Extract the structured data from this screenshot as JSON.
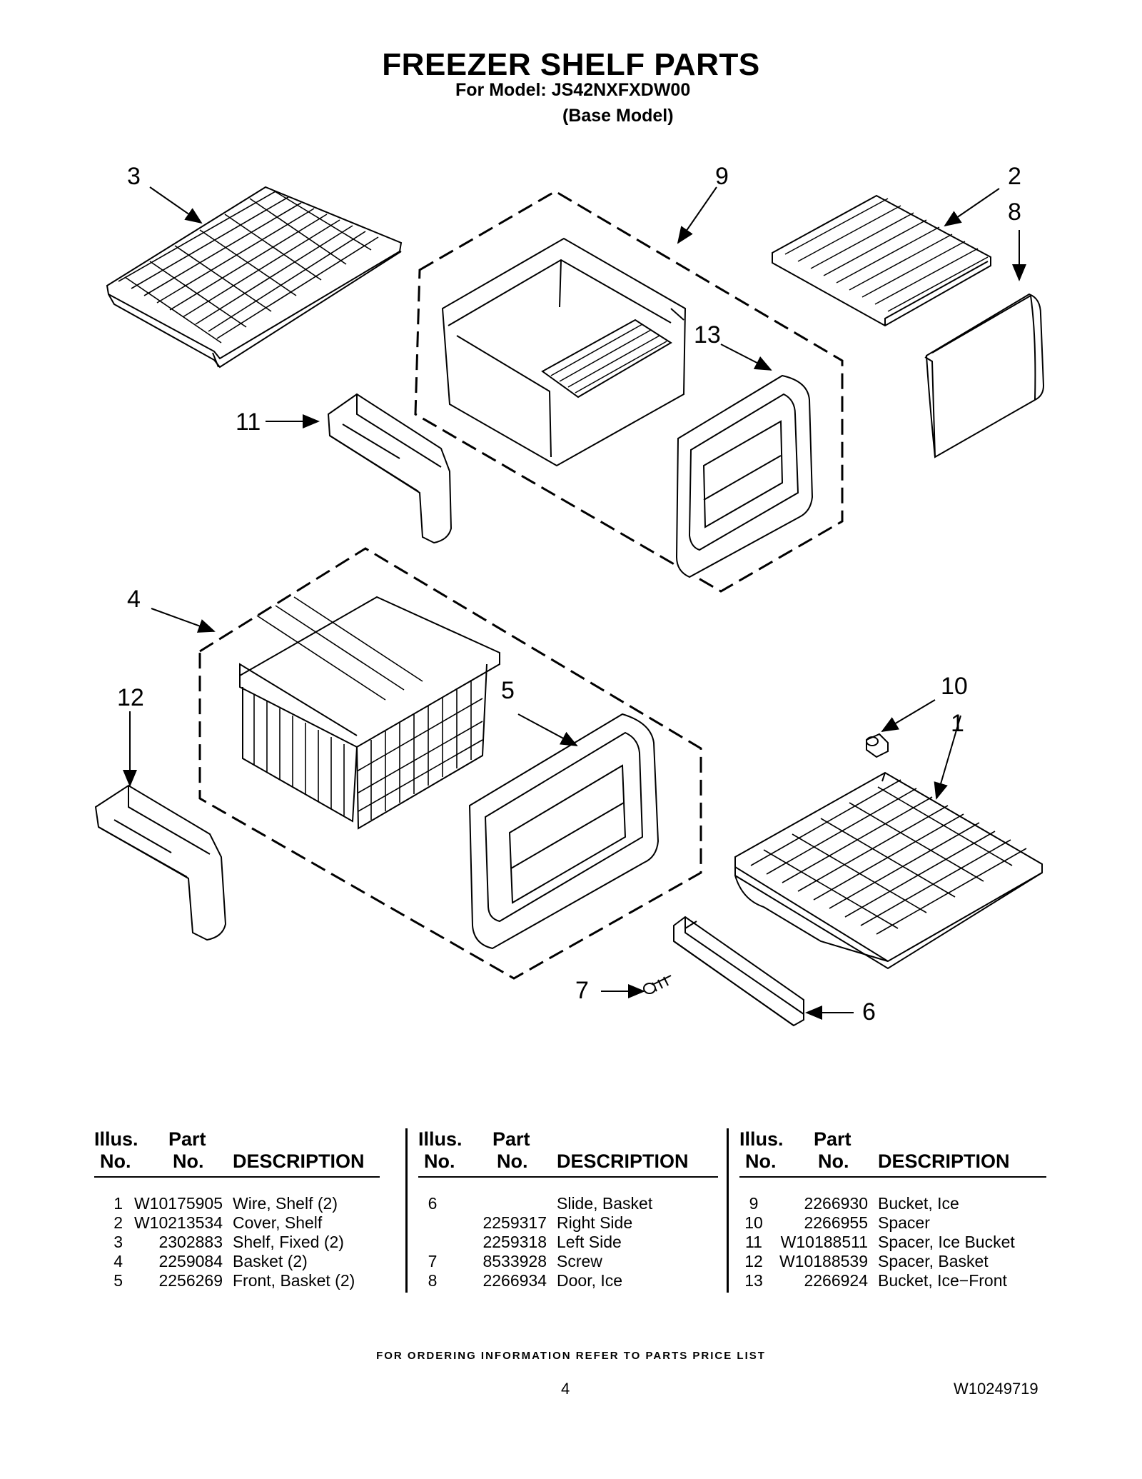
{
  "header": {
    "title": "FREEZER SHELF PARTS",
    "model_line": "For Model: JS42NXFXDW00",
    "base_model": "(Base Model)"
  },
  "callouts": [
    "3",
    "9",
    "2",
    "8",
    "13",
    "11",
    "4",
    "12",
    "5",
    "10",
    "1",
    "7",
    "6"
  ],
  "columns": [
    {
      "illus_top": "Illus.",
      "illus_bottom": "No.",
      "part_top": "Part",
      "part_bottom": "No.",
      "description": "DESCRIPTION"
    },
    {
      "illus_top": "Illus.",
      "illus_bottom": "No.",
      "part_top": "Part",
      "part_bottom": "No.",
      "description": "DESCRIPTION"
    },
    {
      "illus_top": "Illus.",
      "illus_bottom": "No.",
      "part_top": "Part",
      "part_bottom": "No.",
      "description": "DESCRIPTION"
    }
  ],
  "parts": [
    [
      {
        "illus": "1",
        "part": "W10175905",
        "desc": "Wire, Shelf (2)"
      },
      {
        "illus": "2",
        "part": "W10213534",
        "desc": "Cover, Shelf"
      },
      {
        "illus": "3",
        "part": "2302883",
        "desc": "Shelf, Fixed (2)"
      },
      {
        "illus": "4",
        "part": "2259084",
        "desc": "Basket (2)"
      },
      {
        "illus": "5",
        "part": "2256269",
        "desc": "Front, Basket (2)"
      }
    ],
    [
      {
        "illus": "6",
        "part": "",
        "desc": "Slide, Basket"
      },
      {
        "illus": "",
        "part": "2259317",
        "desc": "Right Side"
      },
      {
        "illus": "",
        "part": "2259318",
        "desc": "Left Side"
      },
      {
        "illus": "7",
        "part": "8533928",
        "desc": "Screw"
      },
      {
        "illus": "8",
        "part": "2266934",
        "desc": "Door, Ice"
      }
    ],
    [
      {
        "illus": "9",
        "part": "2266930",
        "desc": "Bucket, Ice"
      },
      {
        "illus": "10",
        "part": "2266955",
        "desc": "Spacer"
      },
      {
        "illus": "11",
        "part": "W10188511",
        "desc": "Spacer, Ice Bucket"
      },
      {
        "illus": "12",
        "part": "W10188539",
        "desc": "Spacer, Basket"
      },
      {
        "illus": "13",
        "part": "2266924",
        "desc": "Bucket, Ice−Front"
      }
    ]
  ],
  "footer": {
    "ordering_note": "FOR ORDERING INFORMATION REFER TO PARTS PRICE LIST",
    "page_number": "4",
    "doc_number": "W10249719"
  }
}
